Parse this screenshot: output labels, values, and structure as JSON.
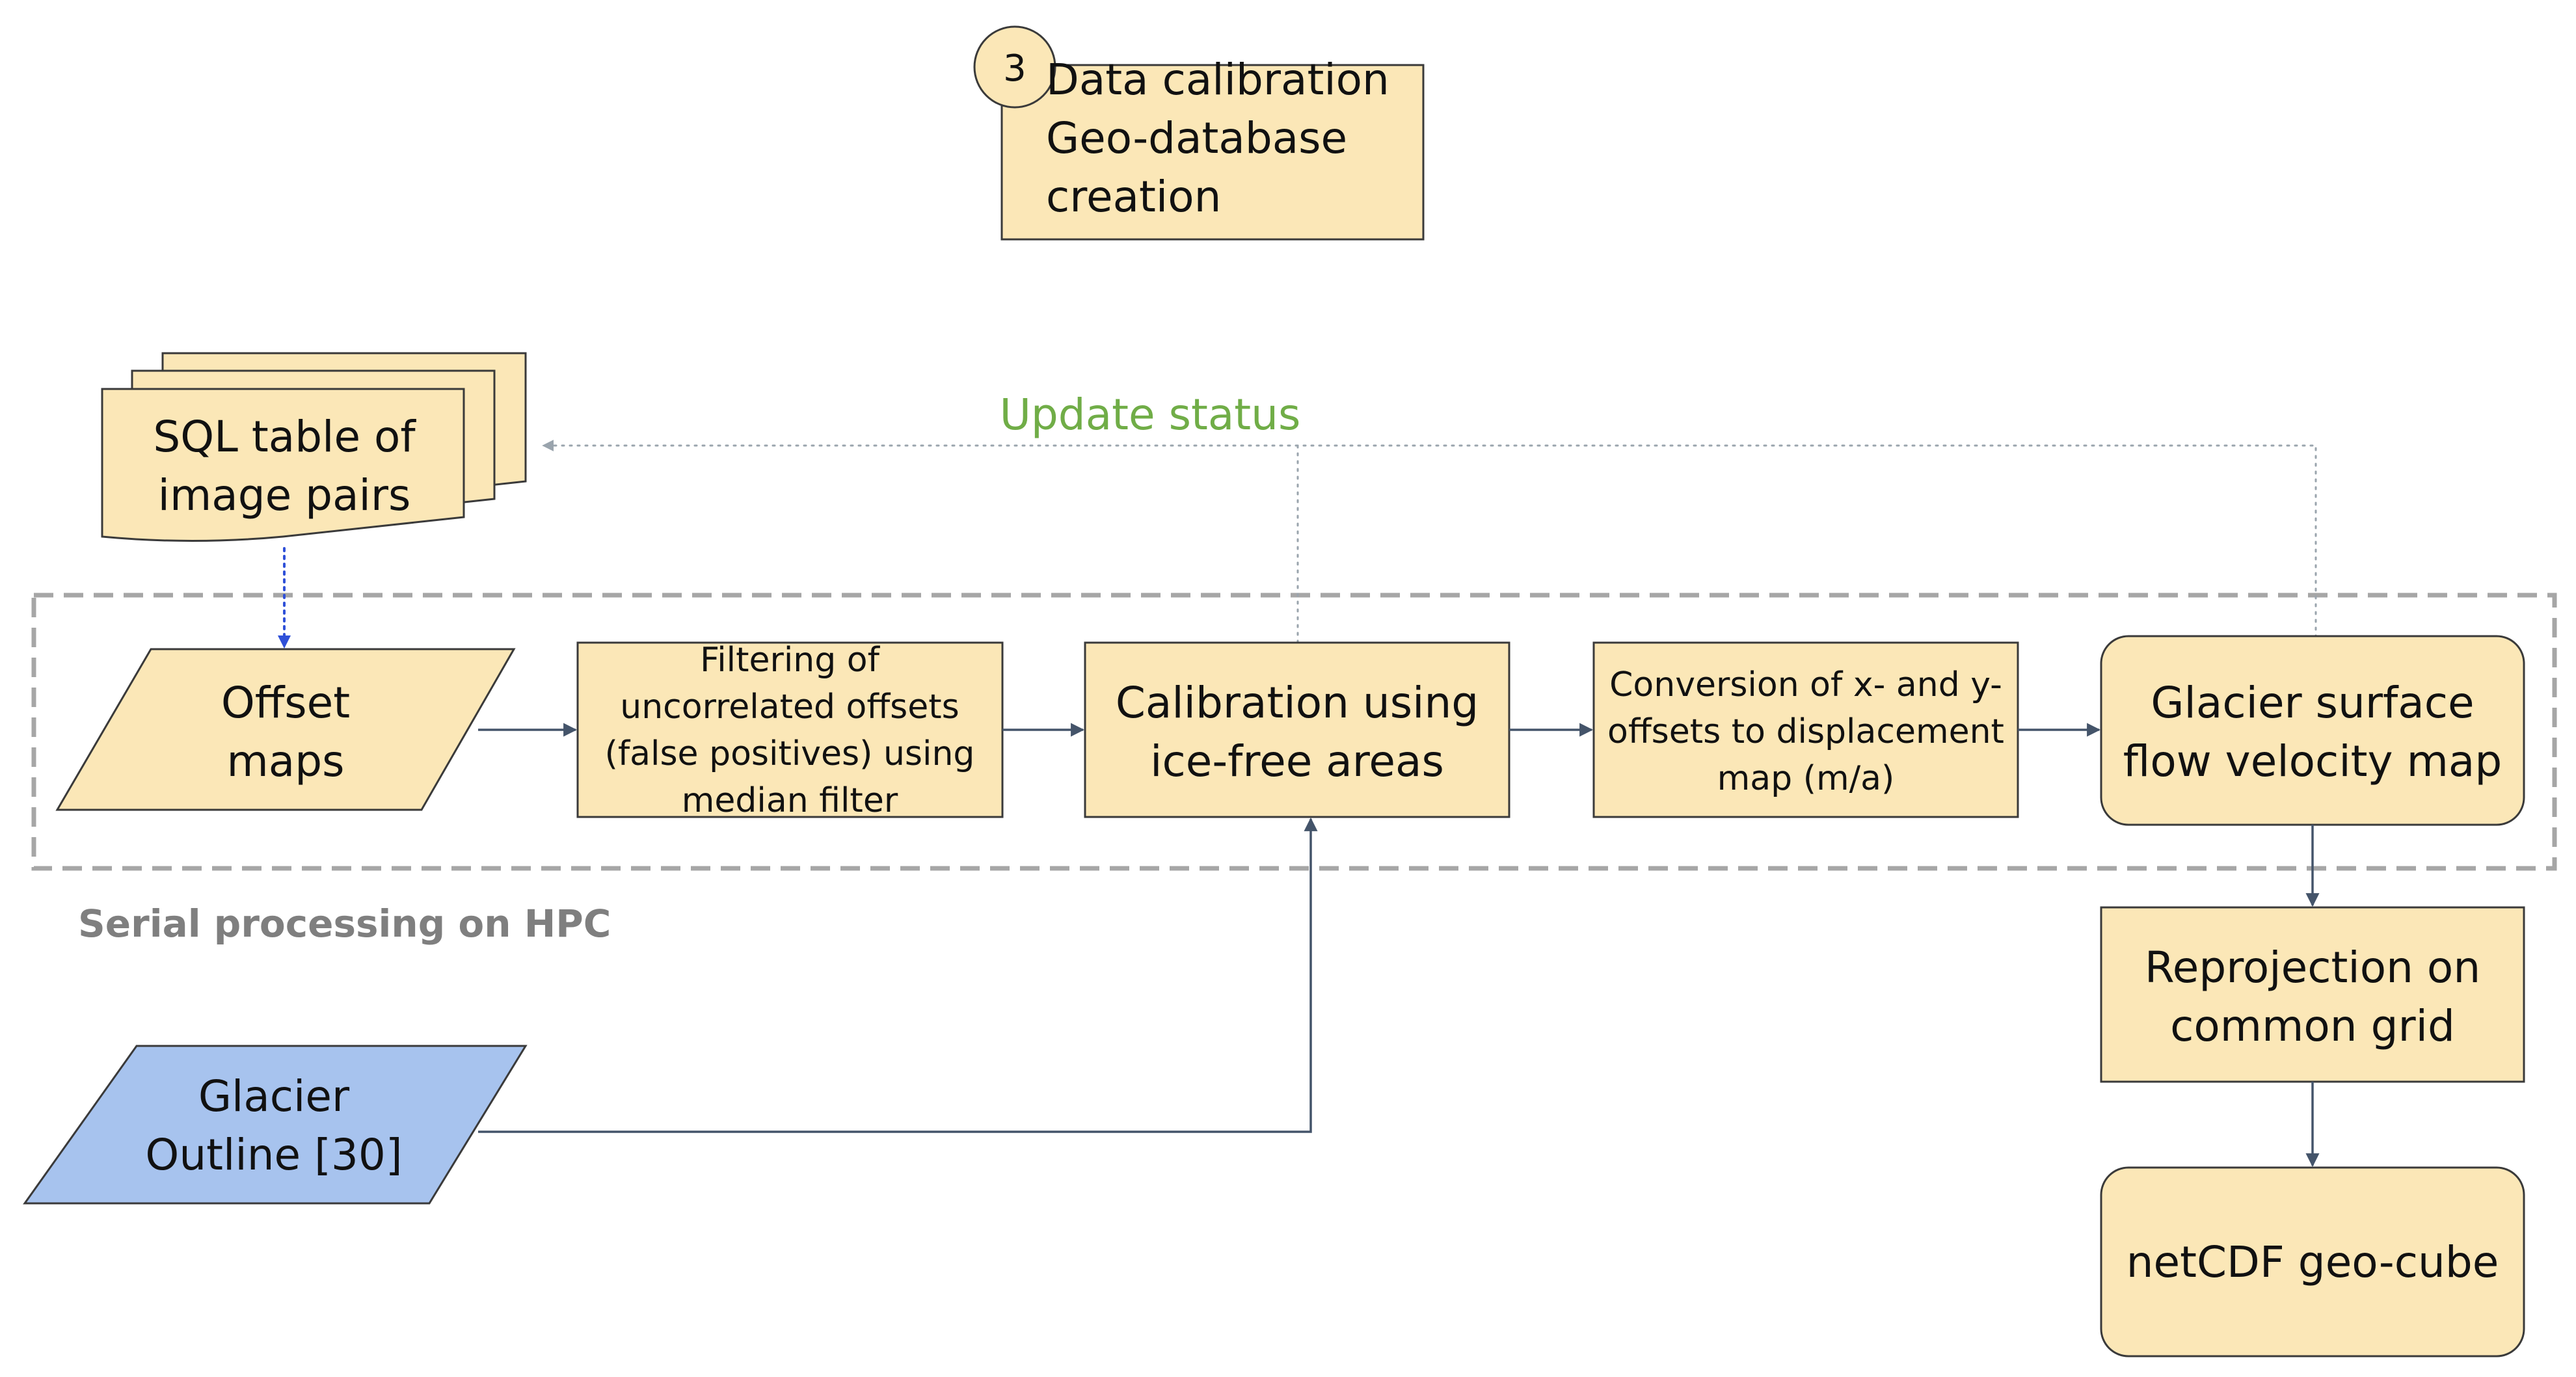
{
  "colors": {
    "box_fill": "#fbe7b7",
    "box_stroke": "#3a3a3a",
    "input_fill": "#a7c3ee",
    "update_text": "#70ad47",
    "region_text": "#7f7f7f",
    "region_border": "#a6a6a6"
  },
  "step": {
    "number": "3",
    "lines": [
      "Data calibration",
      "Geo-database",
      "creation"
    ]
  },
  "sql_table": {
    "lines": [
      "SQL table of",
      "image pairs"
    ]
  },
  "update_status": "Update status",
  "region_label": "Serial processing on HPC",
  "offset_maps": {
    "lines": [
      "Offset",
      "maps"
    ]
  },
  "filtering": {
    "lines": [
      "Filtering of",
      "uncorrelated offsets",
      "(false positives) using",
      "median filter"
    ]
  },
  "calibration": {
    "lines": [
      "Calibration using",
      "ice-free areas"
    ]
  },
  "conversion": {
    "lines": [
      "Conversion of x- and y-",
      "offsets to displacement",
      "map (m/a)"
    ]
  },
  "velocity_map": {
    "lines": [
      "Glacier surface",
      "flow velocity map"
    ]
  },
  "reprojection": {
    "lines": [
      "Reprojection on",
      "common grid"
    ]
  },
  "geocube": {
    "lines": [
      "netCDF geo-cube"
    ]
  },
  "glacier_outline": {
    "lines": [
      "Glacier",
      "Outline [30]"
    ]
  }
}
